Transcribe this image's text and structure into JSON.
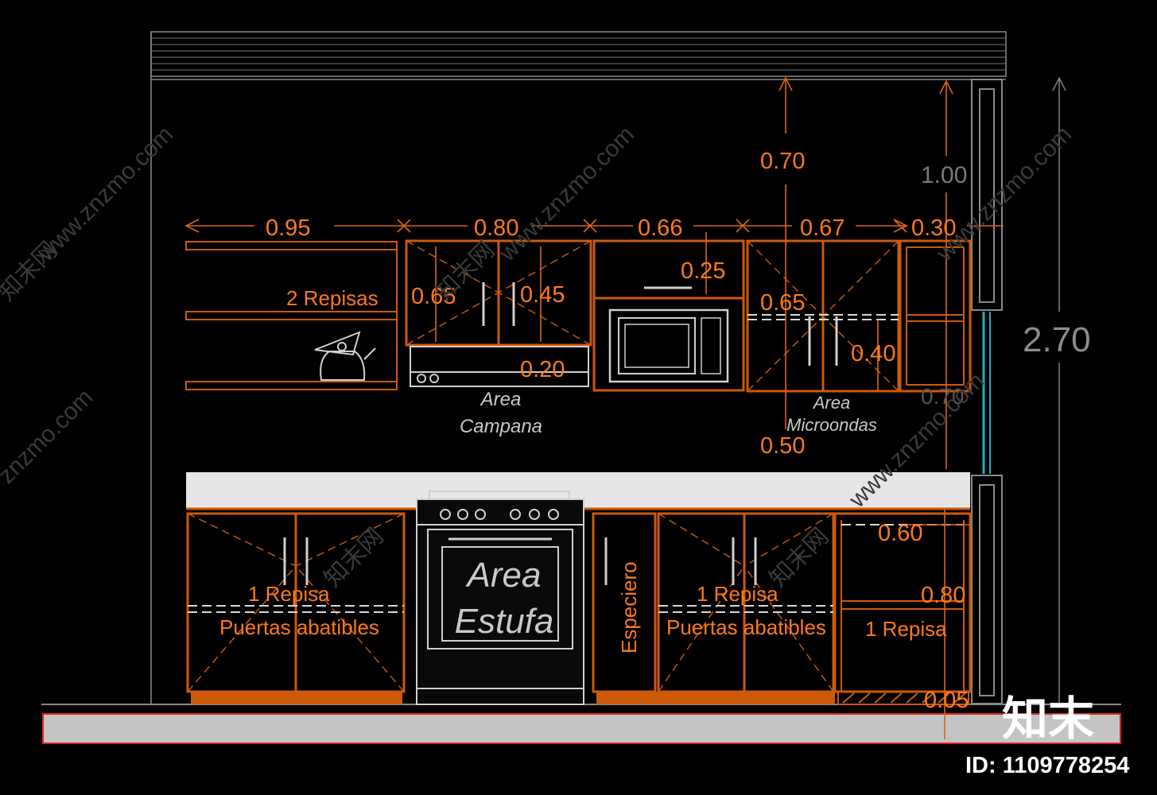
{
  "dimensions": {
    "upper_widths": [
      "0.95",
      "0.80",
      "0.66",
      "0.67",
      "0.30"
    ],
    "upper_gap": "0.70",
    "tall_upper": "1.00",
    "total_height": "2.70",
    "cab_height_left": "0.65",
    "cab_height_left_inner": "0.45",
    "hood_height": "0.20",
    "micro_top": "0.25",
    "cab_height_right": "0.65",
    "cab_height_right_inner": "0.40",
    "micro_gap": "0.50",
    "right_hidden": "0.70",
    "base_depth": "0.60",
    "base_height": "0.80",
    "plinth": "0.05"
  },
  "labels": {
    "shelves": "2 Repisas",
    "hood_area_line1": "Area",
    "hood_area_line2": "Campana",
    "micro_area_line1": "Area",
    "micro_area_line2": "Microondas",
    "stove_line1": "Area",
    "stove_line2": "Estufa",
    "spice": "Especiero",
    "base_left_shelf": "1 Repisa",
    "base_left_doors": "Puertas abatibles",
    "base_mid_shelf": "1 Repisa",
    "base_mid_doors": "Puertas abatibles",
    "base_right_shelf": "1 Repisa"
  },
  "watermark": {
    "site": "www.znzmo.com",
    "site_short": "znzmo.com",
    "brand": "知末网",
    "logo": "知末",
    "id_text": "ID: 1109778254"
  },
  "colors": {
    "background": "#000000",
    "line": "#cc5a0a",
    "dimension_text": "#ff7a1a",
    "countertop": "#e6e6e6",
    "floor": "#c4c4c4",
    "glass": "#2aa8b8"
  }
}
